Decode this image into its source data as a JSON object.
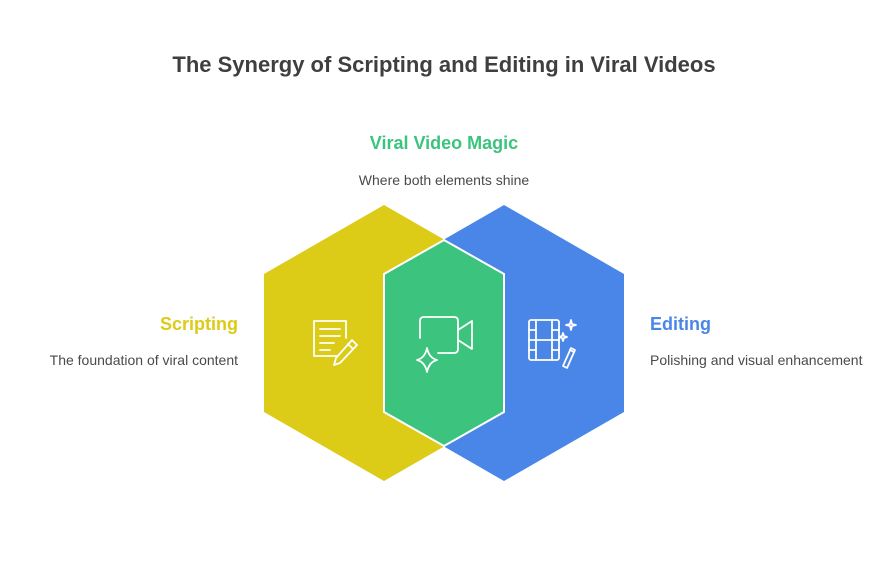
{
  "title": "The Synergy of Scripting and Editing in Viral Videos",
  "center": {
    "heading": "Viral Video Magic",
    "description": "Where both elements shine",
    "color": "#3cc47e"
  },
  "left": {
    "heading": "Scripting",
    "description": "The foundation of viral content",
    "color": "#dccb17",
    "icon": "document-pencil-icon"
  },
  "right": {
    "heading": "Editing",
    "description": "Polishing and visual enhancement",
    "color": "#4a86e8",
    "icon": "film-magic-wand-icon"
  },
  "overlap": {
    "icon": "video-camera-sparkle-icon"
  }
}
